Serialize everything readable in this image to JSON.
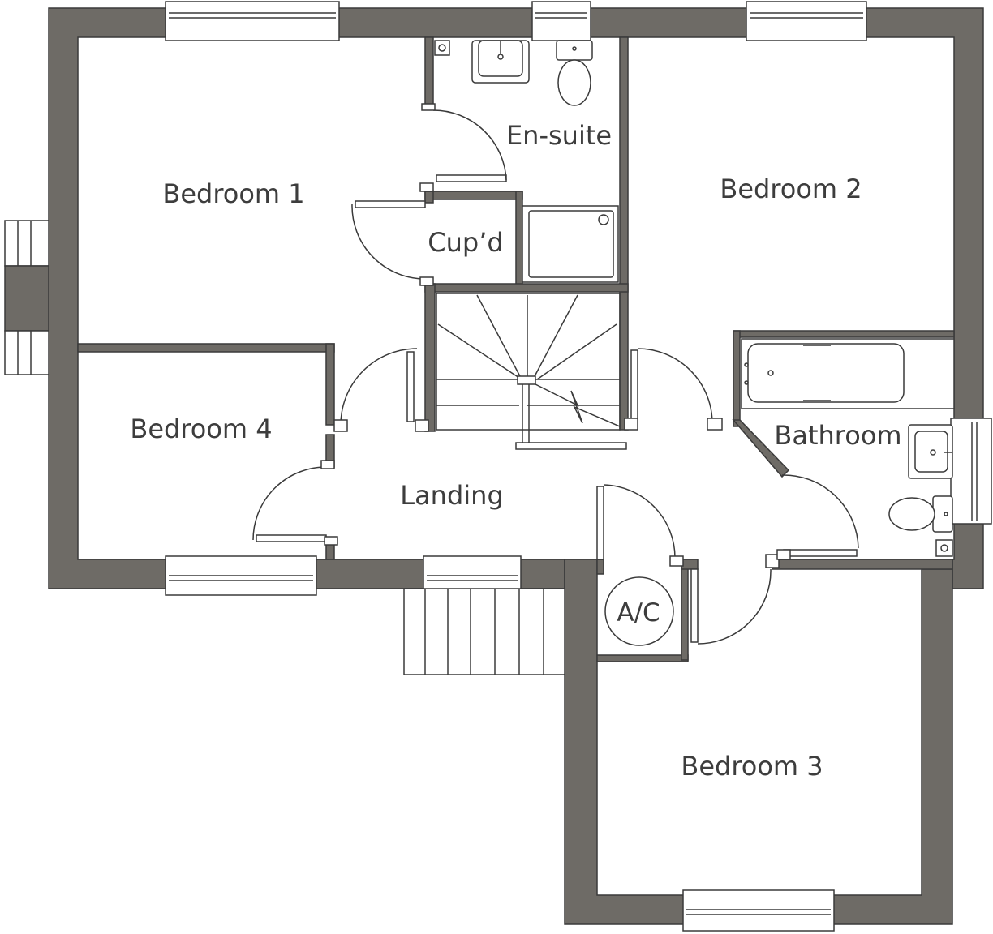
{
  "rooms": {
    "bedroom1": "Bedroom 1",
    "bedroom2": "Bedroom 2",
    "bedroom3": "Bedroom 3",
    "bedroom4": "Bedroom 4",
    "ensuite": "En-suite",
    "cupboard": "Cup’d",
    "bathroom": "Bathroom",
    "landing": "Landing",
    "airing_cupboard": "A/C"
  },
  "colors": {
    "wall": "#6e6b66",
    "line": "#3a3a3a",
    "label": "#3d3d3d",
    "background": "#ffffff"
  }
}
